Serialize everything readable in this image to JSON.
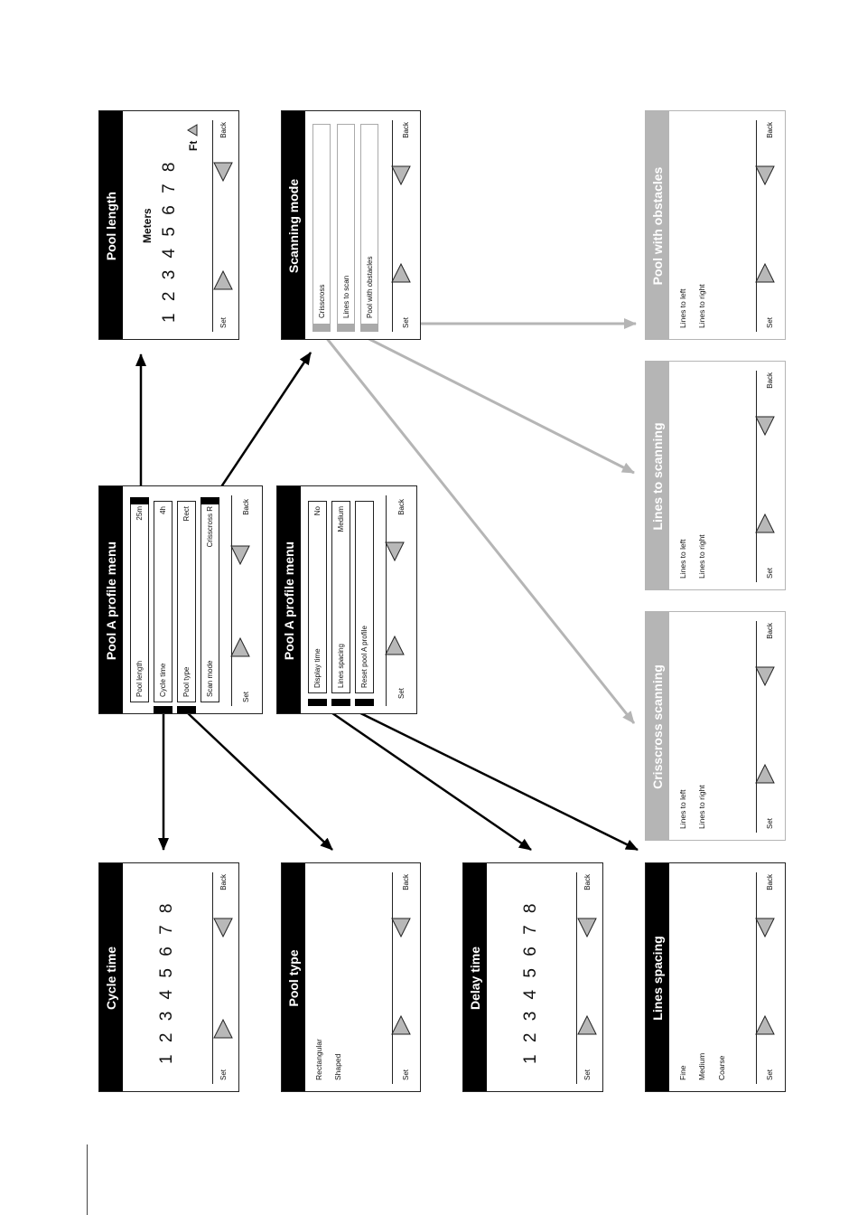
{
  "common": {
    "set_label": "Set",
    "back_label": "Back"
  },
  "pool_length": {
    "title": "Pool length",
    "unit_label": "Meters",
    "digits": "1 2 3 4 5 6 7 8",
    "alt_unit": "Ft"
  },
  "scanning_mode": {
    "title": "Scanning mode",
    "options": [
      "Crisscross",
      "Lines to scan",
      "Pool with obstacles"
    ]
  },
  "menu_a": {
    "title": "Pool A profile menu",
    "rows": [
      {
        "label": "Pool length",
        "value": "25m"
      },
      {
        "label": "Cycle time",
        "value": "4h"
      },
      {
        "label": "Pool type",
        "value": "Rect"
      },
      {
        "label": "Scan mode",
        "value": "Crisscross R"
      }
    ]
  },
  "menu_b": {
    "title": "Pool A profile menu",
    "rows": [
      {
        "label": "Display time",
        "value": "No"
      },
      {
        "label": "Lines spacing",
        "value": "Medium"
      },
      {
        "label": "Reset pool A profile",
        "value": ""
      }
    ]
  },
  "cycle_time": {
    "title": "Cycle time",
    "digits": "1 2 3 4 5 6 7 8"
  },
  "pool_type": {
    "title": "Pool type",
    "options": [
      "Rectangular",
      "Shaped"
    ]
  },
  "delay_time": {
    "title": "Delay time",
    "digits": "1 2 3 4 5 6 7 8"
  },
  "lines_spacing": {
    "title": "Lines spacing",
    "options": [
      "Fine",
      "Medium",
      "Coarse"
    ]
  },
  "crisscross": {
    "title": "Crisscross scanning",
    "options": [
      "Lines to left",
      "Lines to right"
    ]
  },
  "lines_to_scanning": {
    "title": "Lines to scanning",
    "options": [
      "Lines to left",
      "Lines to right"
    ]
  },
  "obstacles": {
    "title": "Pool with obstacles",
    "options": [
      "Lines to left",
      "Lines to right"
    ]
  },
  "colors": {
    "title_black": "#000000",
    "title_gray": "#b5b5b5",
    "arrow_black": "#000000",
    "arrow_gray": "#b5b5b5",
    "triangle_fill": "#b8b8b8"
  }
}
